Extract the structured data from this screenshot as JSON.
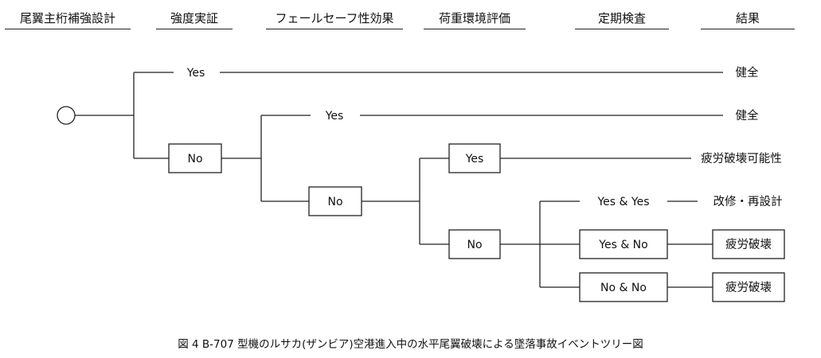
{
  "headers": [
    "尾翼主桁補強設計",
    "強度実証",
    "フェールセーフ性効果",
    "荷重環境評価",
    "定期検査",
    "結果"
  ],
  "branches": {
    "yes": "Yes",
    "no": "No",
    "yes_yes": "Yes & Yes",
    "yes_no": "Yes & No",
    "no_no": "No & No"
  },
  "outcomes": {
    "o1": "健全",
    "o2": "健全",
    "o3": "疲労破壊可能性",
    "o4": "改修・再設計",
    "o5": "疲労破壊",
    "o6": "疲労破壊"
  },
  "caption": "図 4 B-707 型機のルサカ(ザンビア)空港進入中の水平尾翼破壊による墜落事故イベントツリー図"
}
